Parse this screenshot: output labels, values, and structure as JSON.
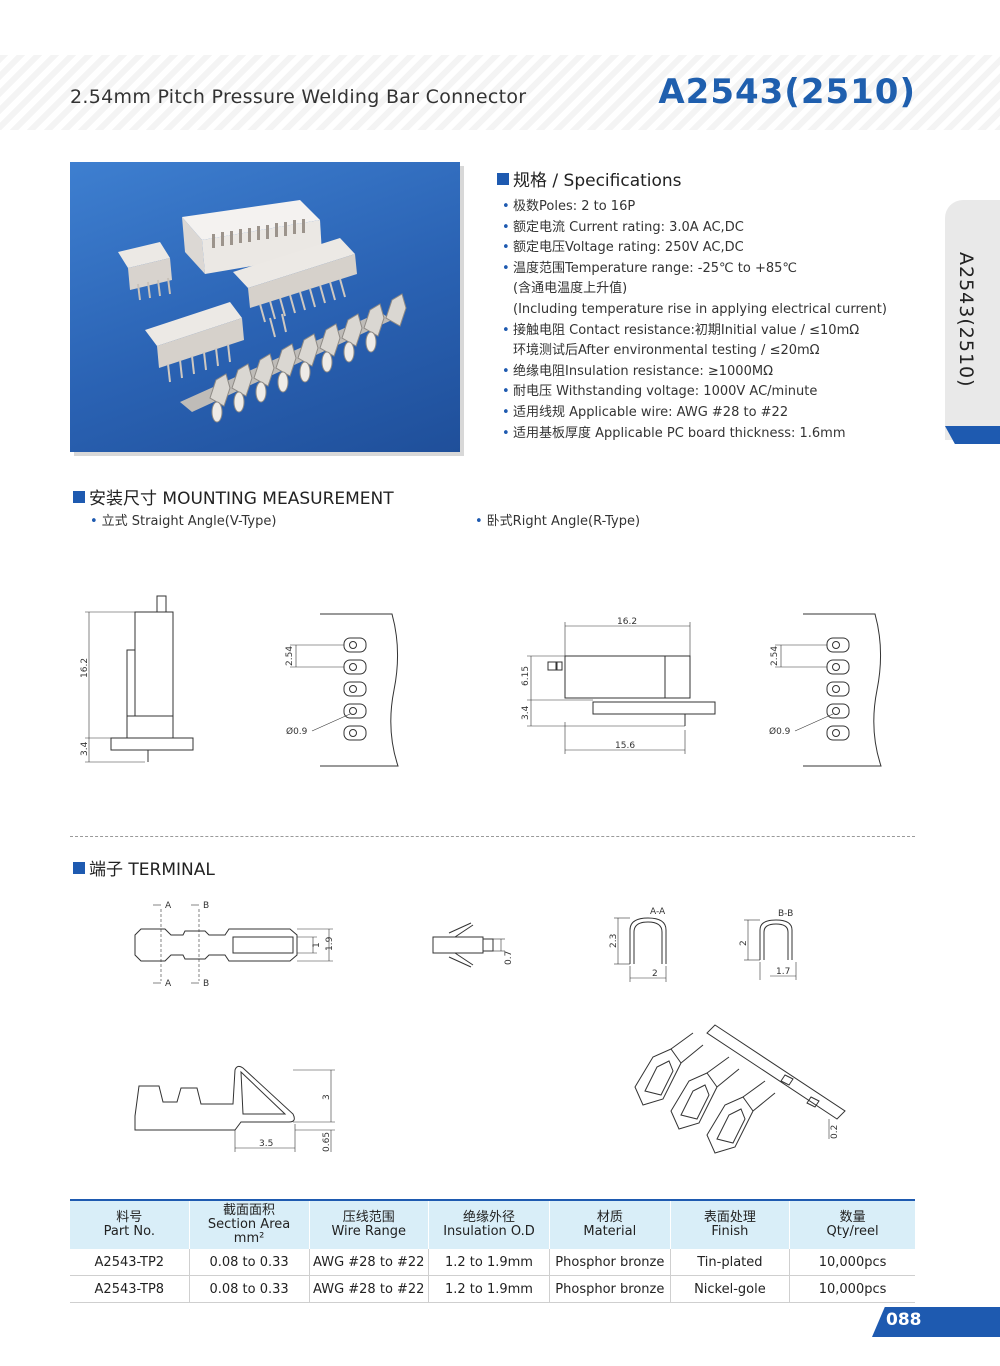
{
  "header": {
    "subtitle": "2.54mm Pitch Pressure Welding Bar Connector",
    "model": "A2543(2510)"
  },
  "side_tab": {
    "label": "A2543(2510)"
  },
  "specifications": {
    "heading": "规格 / Specifications",
    "items": [
      "极数Poles: 2 to 16P",
      "额定电流 Current rating: 3.0A AC,DC",
      "额定电压Voltage rating: 250V AC,DC",
      "温度范围Temperature range: -25℃ to +85℃",
      "(含通电温度上升值)",
      "(Including temperature rise in applying electrical current)",
      "接触电阻 Contact resistance:初期Initial value / ≤10mΩ",
      "环境测试后After environmental testing / ≤20mΩ",
      "绝缘电阻Insulation resistance: ≥1000MΩ",
      "耐电压 Withstanding voltage: 1000V AC/minute",
      "适用线规 Applicable wire: AWG #28 to #22",
      "适用基板厚度 Applicable PC board thickness: 1.6mm"
    ]
  },
  "mounting": {
    "heading": "安装尺寸 MOUNTING MEASUREMENT",
    "straight": "立式 Straight Angle(V-Type)",
    "right": "卧式Right Angle(R-Type)",
    "dims": {
      "v_height": "16.2",
      "v_base": "3.4",
      "pitch": "2.54",
      "hole": "Ø0.9",
      "r_width": "16.2",
      "r_height": "6.15",
      "r_base": "3.4",
      "r_bottom": "15.6"
    }
  },
  "terminal": {
    "heading": "端子 TERMINAL",
    "labels": {
      "a": "A",
      "b": "B",
      "aa": "A-A",
      "bb": "B-B",
      "d1": "1",
      "d19": "1.9",
      "d07": "0.7",
      "d23": "2.3",
      "d2a": "2",
      "d2b": "2",
      "d17": "1.7",
      "d3": "3",
      "d35": "3.5",
      "d065": "0.65",
      "d02": "0.2"
    }
  },
  "table": {
    "headers": [
      {
        "cn": "料号",
        "en": "Part No."
      },
      {
        "cn": "截面面积",
        "en": "Section Area mm²"
      },
      {
        "cn": "压线范围",
        "en": "Wire Range"
      },
      {
        "cn": "绝缘外径",
        "en": "Insulation O.D"
      },
      {
        "cn": "材质",
        "en": "Material"
      },
      {
        "cn": "表面处理",
        "en": "Finish"
      },
      {
        "cn": "数量",
        "en": "Qty/reel"
      }
    ],
    "rows": [
      [
        "A2543-TP2",
        "0.08 to 0.33",
        "AWG #28 to #22",
        "1.2 to 1.9mm",
        "Phosphor bronze",
        "Tin-plated",
        "10,000pcs"
      ],
      [
        "A2543-TP8",
        "0.08 to 0.33",
        "AWG #28 to #22",
        "1.2 to 1.9mm",
        "Phosphor bronze",
        "Nickel-gole",
        "10,000pcs"
      ]
    ]
  },
  "page": {
    "number": "088"
  },
  "colors": {
    "accent": "#1e5ab0",
    "table_header": "#d9eef8"
  }
}
